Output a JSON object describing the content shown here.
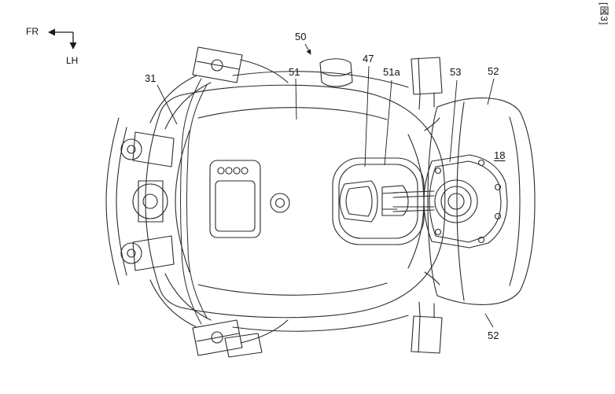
{
  "figure": {
    "tag": "[図3]",
    "orientation": {
      "fr": "FR",
      "lh": "LH"
    },
    "labels": [
      {
        "id": "31",
        "text": "31"
      },
      {
        "id": "50",
        "text": "50"
      },
      {
        "id": "51",
        "text": "51"
      },
      {
        "id": "47",
        "text": "47"
      },
      {
        "id": "51a",
        "text": "51a"
      },
      {
        "id": "53",
        "text": "53"
      },
      {
        "id": "52-top",
        "text": "52"
      },
      {
        "id": "18",
        "text": "18"
      },
      {
        "id": "52-bottom",
        "text": "52"
      }
    ],
    "colors": {
      "line": "#2b2b2b",
      "text": "#111111",
      "background": "#ffffff"
    }
  }
}
